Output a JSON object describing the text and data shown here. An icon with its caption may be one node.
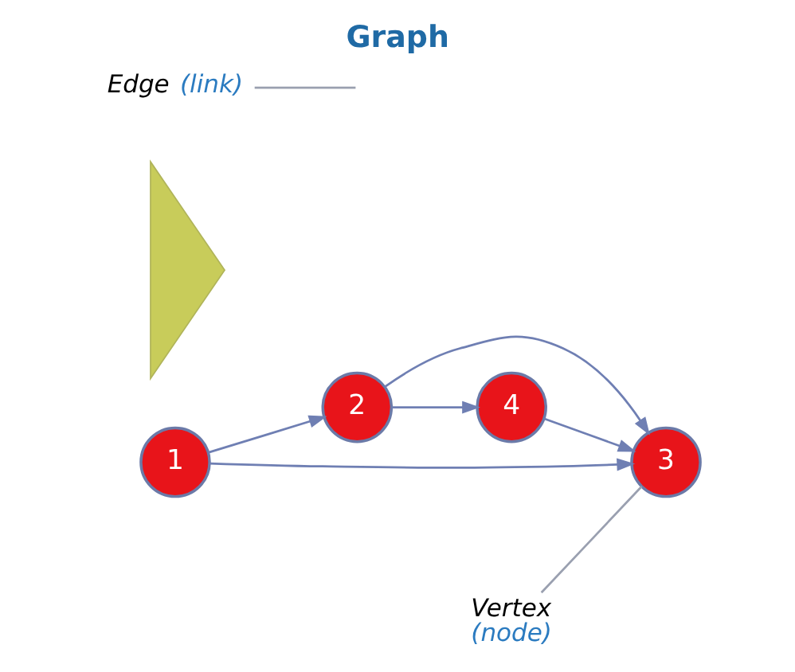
{
  "diagram": {
    "title": "Graph",
    "nodes": [
      {
        "text": [
          "1"
        ]
      },
      {
        "text": [
          "2"
        ]
      },
      {
        "text": [],
        "shape": "triangle"
      },
      {
        "text": [
          "3"
        ]
      },
      {
        "text": [
          "4"
        ]
      },
      {
        "text": [
          "Vertex",
          "(node)"
        ]
      },
      {
        "text": [
          "Edge",
          "(link)"
        ]
      }
    ],
    "edges": [
      {
        "from": 0,
        "to": 1,
        "arrow": "to"
      },
      {
        "from": 0,
        "to": 3,
        "arrow": "to"
      },
      {
        "from": 1,
        "to": 3,
        "arrow": "to"
      },
      {
        "from": 1,
        "to": 4,
        "arrow": "to"
      },
      {
        "from": 4,
        "to": 3,
        "arrow": "to"
      },
      {
        "from": 5,
        "to": 3,
        "arrow": "none",
        "color": "#9aa0b0"
      },
      {
        "from": 6,
        "to": null,
        "arrow": "none",
        "color": "#9aa0b0"
      }
    ]
  }
}
